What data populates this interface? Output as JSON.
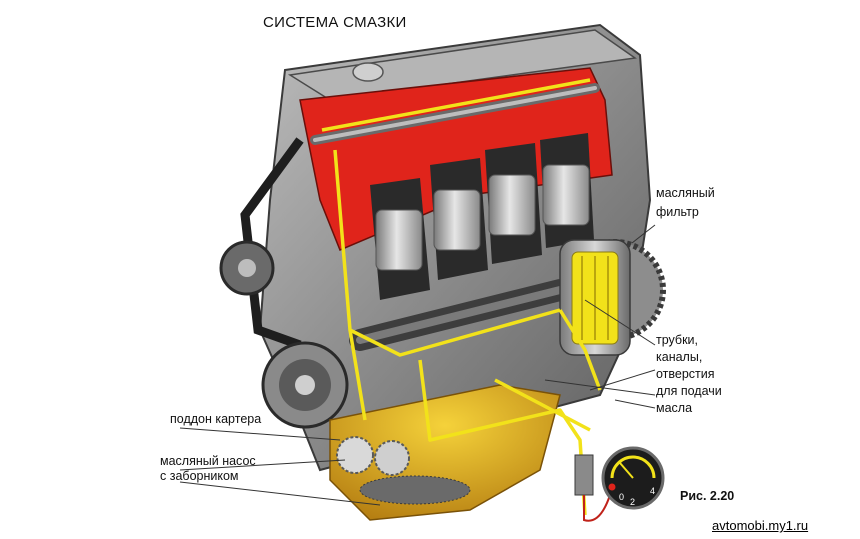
{
  "title": "СИСТЕМА СМАЗКИ",
  "labels": {
    "oil_filter_1": "масляный",
    "oil_filter_2": "фильтр",
    "tubes_1": "трубки,",
    "tubes_2": "каналы,",
    "tubes_3": "отверстия",
    "tubes_4": "для подачи",
    "tubes_5": "масла",
    "oil_pan": "поддон картера",
    "oil_pump_1": "масляный насос",
    "oil_pump_2": "с заборником"
  },
  "gauge": {
    "ticks": [
      "0",
      "2",
      "4"
    ]
  },
  "figure_caption": "Рис. 2.20",
  "watermark": "avtomobi.my1.ru",
  "colors": {
    "oil": "#f2e21a",
    "pan_oil": "#d9a21a",
    "cutaway": "#e0241b",
    "metal": "#9a9a9a",
    "dark_metal": "#4a4a4a"
  }
}
